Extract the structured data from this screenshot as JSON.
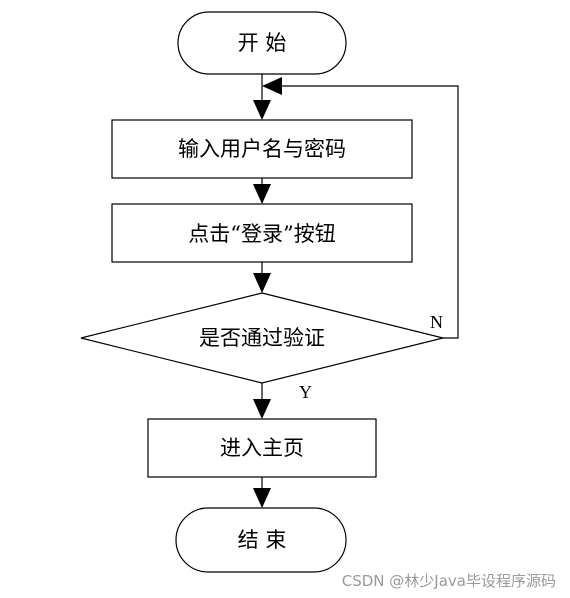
{
  "nodes": {
    "start": "开 始",
    "input_credentials": "输入用户名与密码",
    "click_login": "点击“登录”按钮",
    "verify": "是否通过验证",
    "enter_home": "进入主页",
    "end": "结 束"
  },
  "edges": {
    "no_label": "N",
    "yes_label": "Y"
  },
  "watermark": "CSDN @林少Java毕设程序源码"
}
